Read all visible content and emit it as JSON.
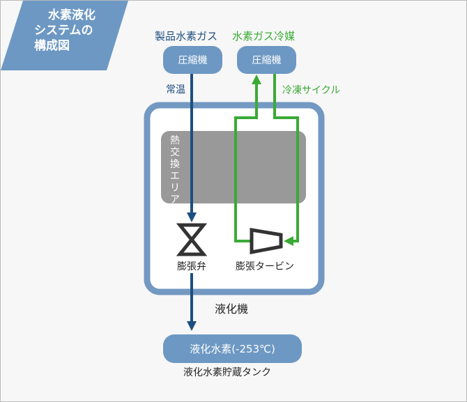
{
  "title": {
    "lines": [
      "水素液化",
      "システムの",
      "構成図"
    ]
  },
  "headers": {
    "hydrogen_gas": "製品水素ガス",
    "refrigerant_gas": "水素ガス冷媒"
  },
  "compressors": {
    "left": "圧縮機",
    "right": "圧縮機"
  },
  "flow_labels": {
    "ambient": "常温",
    "refrigeration_cycle": "冷凍サイクル"
  },
  "heat_exchange_area": {
    "chars": [
      "熱",
      "交",
      "換",
      "エ",
      "リ",
      "ア"
    ]
  },
  "components": {
    "expansion_valve": "膨張弁",
    "expansion_turbine": "膨張タービン",
    "liquefier": "液化機"
  },
  "tank": {
    "label": "液化水素(-253℃)",
    "caption": "液化水素貯蔵タンク"
  },
  "colors": {
    "title_bg": "#6d98c3",
    "pill_bg": "#6d98c3",
    "liquefier_border": "#7399c2",
    "heat_area": "#999999",
    "hydrogen_line": "#1d4e80",
    "refrigerant_line": "#3aaa35",
    "valve": "#333333"
  }
}
